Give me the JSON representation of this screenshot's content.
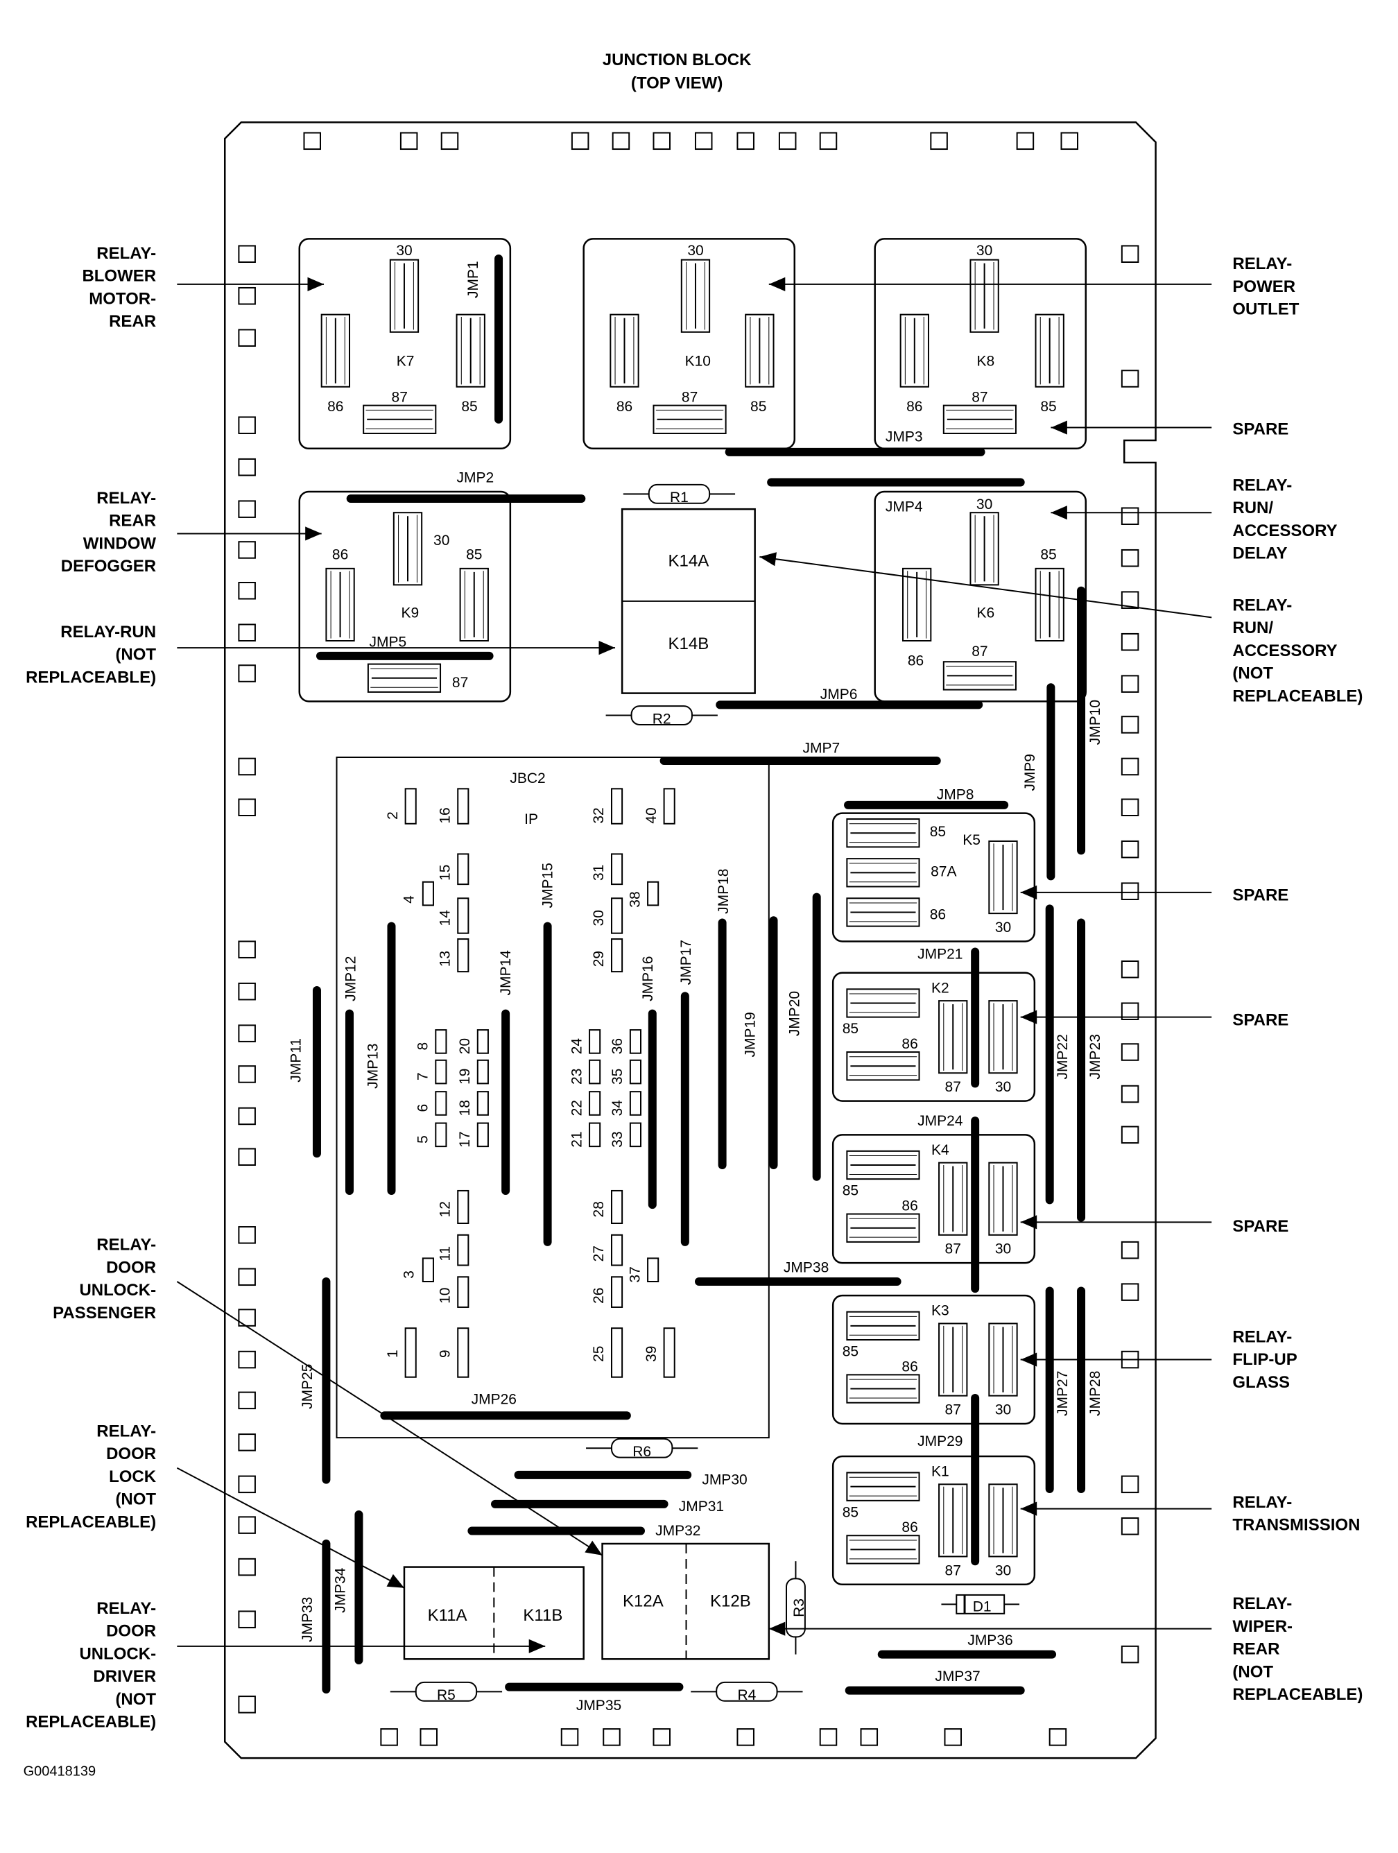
{
  "title": {
    "line1": "JUNCTION BLOCK",
    "line2": "(TOP VIEW)"
  },
  "figure_id": "G00418139",
  "connector": {
    "name": "JBC2",
    "sub": "IP"
  },
  "callouts_left": [
    {
      "id": "blower",
      "lines": [
        "RELAY-",
        "BLOWER",
        "MOTOR-",
        "REAR"
      ]
    },
    {
      "id": "defogger",
      "lines": [
        "RELAY-",
        "REAR",
        "WINDOW",
        "DEFOGGER"
      ]
    },
    {
      "id": "run",
      "lines": [
        "RELAY-RUN",
        "(NOT",
        "REPLACEABLE)"
      ]
    },
    {
      "id": "unlock-pass",
      "lines": [
        "RELAY-",
        "DOOR",
        "UNLOCK-",
        "PASSENGER"
      ]
    },
    {
      "id": "door-lock",
      "lines": [
        "RELAY-",
        "DOOR",
        "LOCK",
        "(NOT",
        "REPLACEABLE)"
      ]
    },
    {
      "id": "unlock-drv",
      "lines": [
        "RELAY-",
        "DOOR",
        "UNLOCK-",
        "DRIVER",
        "(NOT",
        "REPLACEABLE)"
      ]
    }
  ],
  "callouts_right": [
    {
      "id": "power-outlet",
      "lines": [
        "RELAY-",
        "POWER",
        "OUTLET"
      ]
    },
    {
      "id": "spare-k8",
      "lines": [
        "SPARE"
      ]
    },
    {
      "id": "run-acc-delay",
      "lines": [
        "RELAY-",
        "RUN/",
        "ACCESSORY",
        "DELAY"
      ]
    },
    {
      "id": "run-acc",
      "lines": [
        "RELAY-",
        "RUN/",
        "ACCESSORY",
        "(NOT",
        "REPLACEABLE)"
      ]
    },
    {
      "id": "spare-k5",
      "lines": [
        "SPARE"
      ]
    },
    {
      "id": "spare-k2",
      "lines": [
        "SPARE"
      ]
    },
    {
      "id": "spare-k4",
      "lines": [
        "SPARE"
      ]
    },
    {
      "id": "flipup",
      "lines": [
        "RELAY-",
        "FLIP-UP",
        "GLASS"
      ]
    },
    {
      "id": "transmission",
      "lines": [
        "RELAY-",
        "TRANSMISSION"
      ]
    },
    {
      "id": "wiper",
      "lines": [
        "RELAY-",
        "WIPER-",
        "REAR",
        "(NOT",
        "REPLACEABLE)"
      ]
    }
  ],
  "relays": {
    "K7": {
      "name": "K7",
      "p30": "30",
      "p86": "86",
      "p85": "85",
      "p87": "87"
    },
    "K10": {
      "name": "K10",
      "p30": "30",
      "p86": "86",
      "p85": "85",
      "p87": "87"
    },
    "K8": {
      "name": "K8",
      "p30": "30",
      "p86": "86",
      "p85": "85",
      "p87": "87"
    },
    "K9": {
      "name": "K9",
      "p30": "30",
      "p86": "86",
      "p85": "85",
      "p87": "87"
    },
    "K6": {
      "name": "K6",
      "p30": "30",
      "p86": "86",
      "p85": "85",
      "p87": "87"
    },
    "K5": {
      "name": "K5",
      "p85": "85",
      "p87A": "87A",
      "p86": "86",
      "p30": "30"
    },
    "K2": {
      "name": "K2",
      "p85": "85",
      "p86": "86",
      "p87": "87",
      "p30": "30"
    },
    "K4": {
      "name": "K4",
      "p85": "85",
      "p86": "86",
      "p87": "87",
      "p30": "30"
    },
    "K3": {
      "name": "K3",
      "p85": "85",
      "p86": "86",
      "p87": "87",
      "p30": "30"
    },
    "K1": {
      "name": "K1",
      "p85": "85",
      "p86": "86",
      "p87": "87",
      "p30": "30"
    }
  },
  "modules": {
    "K14A": "K14A",
    "K14B": "K14B",
    "K11A": "K11A",
    "K11B": "K11B",
    "K12A": "K12A",
    "K12B": "K12B"
  },
  "components": {
    "R1": "R1",
    "R2": "R2",
    "R3": "R3",
    "R4": "R4",
    "R5": "R5",
    "R6": "R6",
    "D1": "D1"
  },
  "jumpers": {
    "JMP1": "JMP1",
    "JMP2": "JMP2",
    "JMP3": "JMP3",
    "JMP4": "JMP4",
    "JMP5": "JMP5",
    "JMP6": "JMP6",
    "JMP7": "JMP7",
    "JMP8": "JMP8",
    "JMP9": "JMP9",
    "JMP10": "JMP10",
    "JMP11": "JMP11",
    "JMP12": "JMP12",
    "JMP13": "JMP13",
    "JMP14": "JMP14",
    "JMP15": "JMP15",
    "JMP16": "JMP16",
    "JMP17": "JMP17",
    "JMP18": "JMP18",
    "JMP19": "JMP19",
    "JMP20": "JMP20",
    "JMP21": "JMP21",
    "JMP22": "JMP22",
    "JMP23": "JMP23",
    "JMP24": "JMP24",
    "JMP25": "JMP25",
    "JMP26": "JMP26",
    "JMP27": "JMP27",
    "JMP28": "JMP28",
    "JMP29": "JMP29",
    "JMP30": "JMP30",
    "JMP31": "JMP31",
    "JMP32": "JMP32",
    "JMP33": "JMP33",
    "JMP34": "JMP34",
    "JMP35": "JMP35",
    "JMP36": "JMP36",
    "JMP37": "JMP37",
    "JMP38": "JMP38"
  },
  "pins": [
    "1",
    "2",
    "3",
    "4",
    "5",
    "6",
    "7",
    "8",
    "9",
    "10",
    "11",
    "12",
    "13",
    "14",
    "15",
    "16",
    "17",
    "18",
    "19",
    "20",
    "21",
    "22",
    "23",
    "24",
    "25",
    "26",
    "27",
    "28",
    "29",
    "30",
    "31",
    "32",
    "33",
    "34",
    "35",
    "36",
    "37",
    "38",
    "39",
    "40"
  ]
}
